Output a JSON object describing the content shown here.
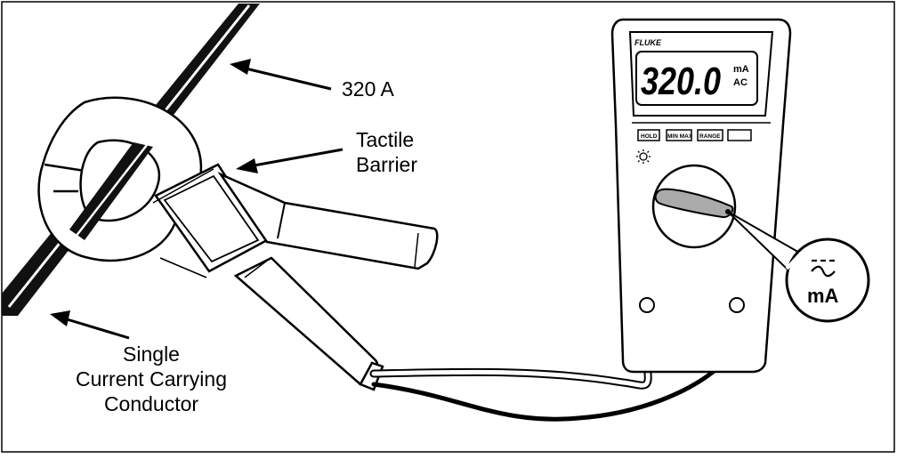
{
  "labels": {
    "current": "320 A",
    "barrier_line1": "Tactile",
    "barrier_line2": "Barrier",
    "conductor_line1": "Single",
    "conductor_line2": "Current Carrying",
    "conductor_line3": "Conductor"
  },
  "meter": {
    "brand": "FLUKE",
    "reading": "320.0",
    "unit": "mA",
    "mode": "AC",
    "buttons": [
      "HOLD",
      "MIN MAX",
      "RANGE",
      ""
    ],
    "dial_callout_unit": "mA",
    "dial_callout_symbol": "≂"
  },
  "icons": {
    "backlight": "backlight-icon",
    "dial": "rotary-dial-icon"
  }
}
